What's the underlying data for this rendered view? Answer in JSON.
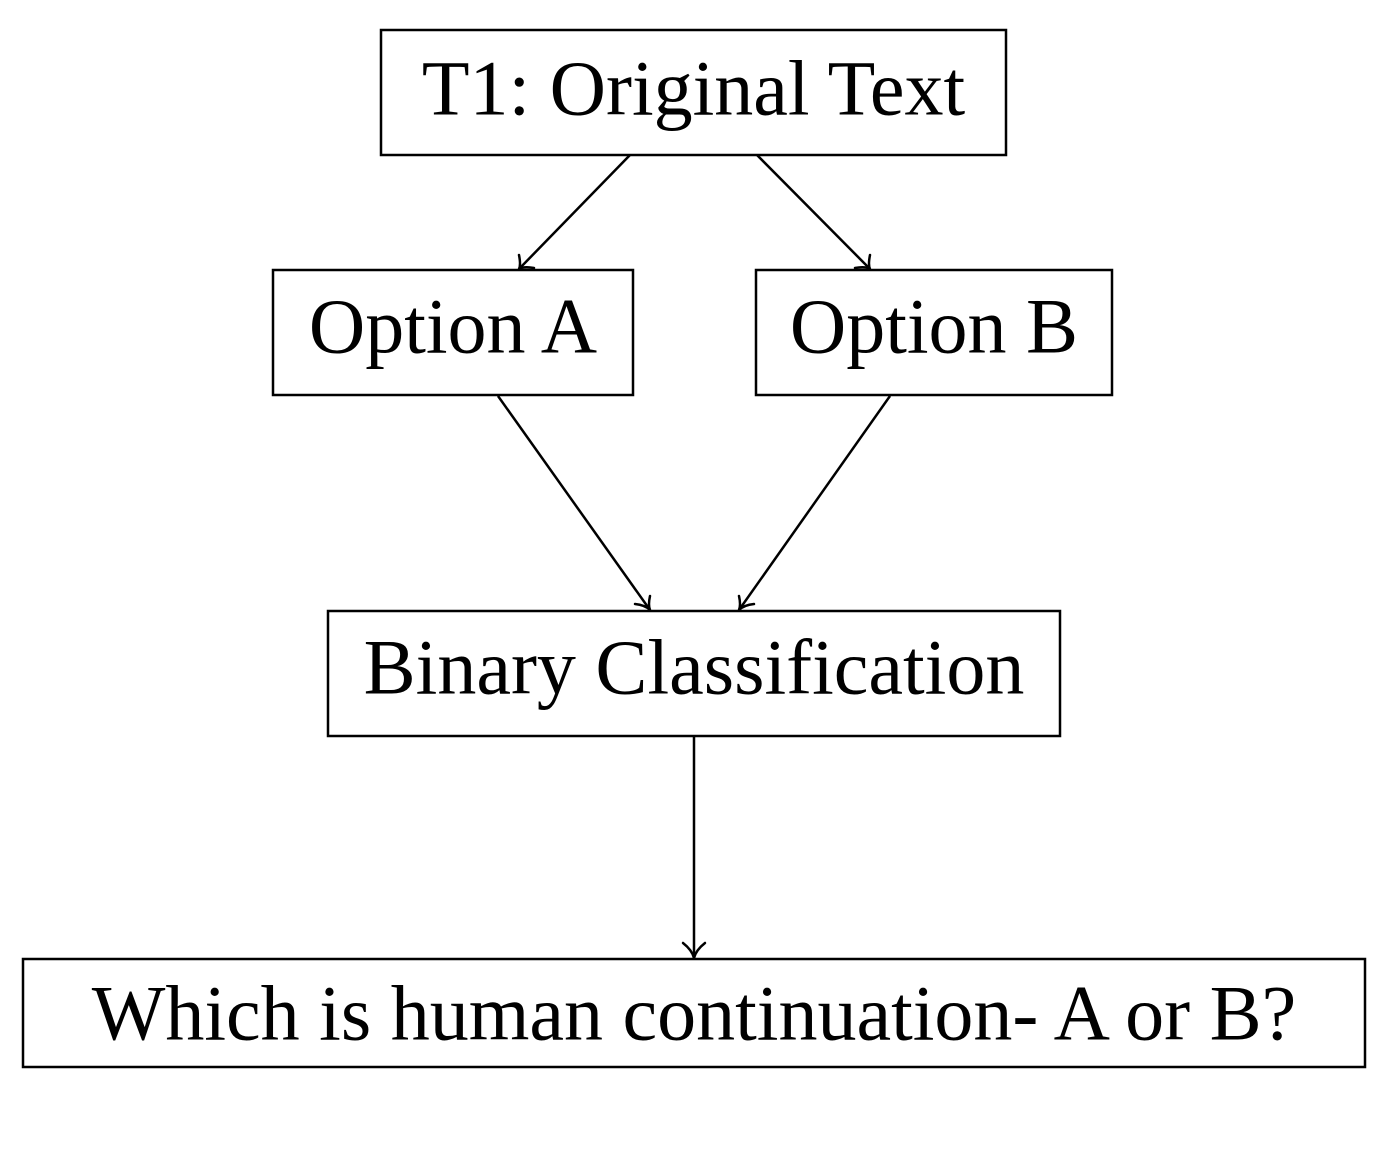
{
  "nodes": {
    "original_text": {
      "label": "T1: Original Text"
    },
    "option_a": {
      "label": "Option A"
    },
    "option_b": {
      "label": "Option B"
    },
    "binary_classification": {
      "label": "Binary Classification"
    },
    "question": {
      "label": "Which is human continuation- A or B?"
    }
  },
  "edges": [
    {
      "from": "original_text",
      "to": "option_a"
    },
    {
      "from": "original_text",
      "to": "option_b"
    },
    {
      "from": "option_a",
      "to": "binary_classification"
    },
    {
      "from": "option_b",
      "to": "binary_classification"
    },
    {
      "from": "binary_classification",
      "to": "question"
    }
  ]
}
